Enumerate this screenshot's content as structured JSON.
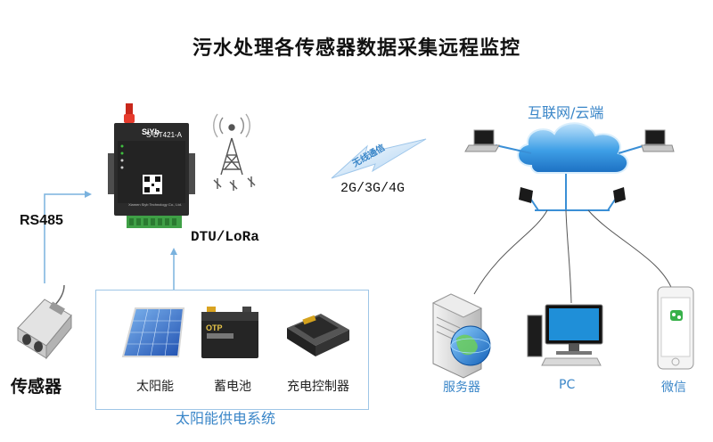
{
  "title": "污水处理各传感器数据采集远程监控",
  "device": {
    "brand": "SiYb",
    "model": "S-DT421-A",
    "sub_text": "Xiamen Siyb Technology Co., Ltd."
  },
  "labels": {
    "rs485": "RS485",
    "dtu_lora": "DTU/LoRa",
    "network": "2G/3G/4G",
    "wireless": "无线通信",
    "internet": "互联网/云端",
    "sensor": "传感器",
    "solar_system": "太阳能供电系统",
    "panel": "太阳能",
    "battery": "蓄电池",
    "controller": "充电控制器",
    "server": "服务器",
    "pc": "PC",
    "wechat": "微信",
    "battery_brand": "OTP"
  }
}
